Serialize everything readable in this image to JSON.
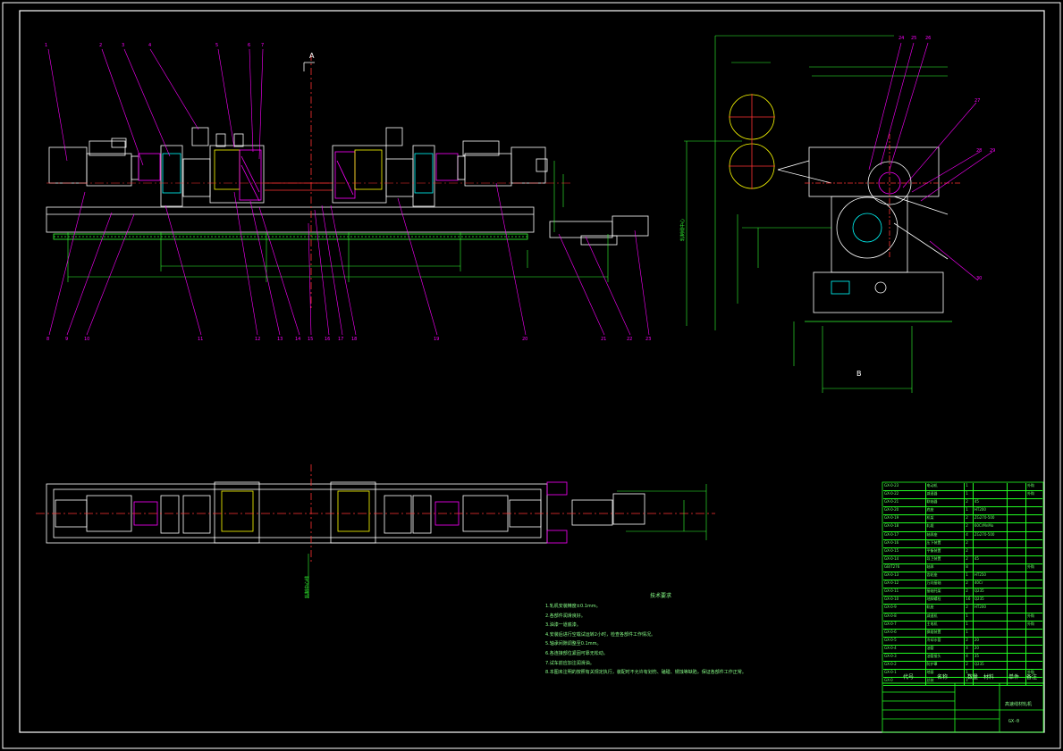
{
  "drawing": {
    "title": "高速线材轧机",
    "code": "GX-0",
    "view_label_a": "A",
    "view_label_b": "B",
    "side_labels": [
      "轧制线中心",
      "轧制中心线"
    ]
  },
  "callouts_top": [
    "1",
    "2",
    "3",
    "4",
    "5",
    "6",
    "7"
  ],
  "callouts_bottom": [
    "8",
    "9",
    "10",
    "11",
    "12",
    "13",
    "14",
    "15",
    "16",
    "17",
    "18",
    "19",
    "20",
    "21",
    "22",
    "23"
  ],
  "callouts_right": [
    "24",
    "25",
    "26",
    "27",
    "28",
    "29",
    "30"
  ],
  "notes": {
    "title": "技术要求",
    "items": [
      "1.轧机安装精度±0.1mm。",
      "2.各部件润滑良好。",
      "3.油漆一道底漆。",
      "4.安装后进行空载试运转2小时，检查各部件工作情况。",
      "5.轴承间隙调整至0.1mm。",
      "6.各连接部位紧固可靠无松动。",
      "7.试车前应加注润滑油。",
      "8.本图未注明的按照有关规定执行，装配时不允许有划伤、磕碰、锈蚀等缺陷，保证各部件工作正常。"
    ]
  },
  "bom": {
    "header": [
      "代号",
      "名称",
      "数量",
      "材料",
      "单件",
      "备注"
    ],
    "rows": [
      [
        "GX-0-23",
        "电动机",
        "1",
        "",
        "",
        "外购"
      ],
      [
        "GX-0-22",
        "减速器",
        "1",
        "",
        "",
        "外购"
      ],
      [
        "GX-0-21",
        "联轴器",
        "2",
        "45",
        "",
        ""
      ],
      [
        "GX-0-20",
        "底座",
        "1",
        "HT200",
        "",
        ""
      ],
      [
        "GX-0-19",
        "机架",
        "2",
        "ZG270-500",
        "",
        ""
      ],
      [
        "GX-0-18",
        "轧辊",
        "2",
        "60CrMnMo",
        "",
        ""
      ],
      [
        "GX-0-17",
        "轴承座",
        "4",
        "ZG270-500",
        "",
        ""
      ],
      [
        "GX-0-16",
        "压下装置",
        "2",
        "",
        "",
        ""
      ],
      [
        "GX-0-15",
        "平衡装置",
        "2",
        "",
        "",
        ""
      ],
      [
        "GX-0-14",
        "导卫装置",
        "2",
        "45",
        "",
        ""
      ],
      [
        "GB/T276",
        "轴承",
        "8",
        "",
        "",
        "外购"
      ],
      [
        "GX-0-13",
        "齿轮座",
        "1",
        "HT250",
        "",
        ""
      ],
      [
        "GX-0-12",
        "万向接轴",
        "2",
        "40Cr",
        "",
        ""
      ],
      [
        "GX-0-11",
        "接轴托架",
        "2",
        "Q235",
        "",
        ""
      ],
      [
        "GX-0-10",
        "地脚螺栓",
        "16",
        "Q235",
        "",
        ""
      ],
      [
        "GX-0-9",
        "轨座",
        "2",
        "HT200",
        "",
        ""
      ],
      [
        "GX-0-8",
        "减速机",
        "1",
        "",
        "",
        "外购"
      ],
      [
        "GX-0-7",
        "主电机",
        "1",
        "",
        "",
        "外购"
      ],
      [
        "GX-0-6",
        "换辊装置",
        "1",
        "",
        "",
        ""
      ],
      [
        "GX-0-5",
        "冷却水管",
        "2",
        "20",
        "",
        ""
      ],
      [
        "GX-0-4",
        "油管",
        "4",
        "20",
        "",
        ""
      ],
      [
        "GX-0-3",
        "油管接头",
        "4",
        "35",
        "",
        ""
      ],
      [
        "GX-0-2",
        "防护罩",
        "2",
        "Q235",
        "",
        ""
      ],
      [
        "GX-0-1",
        "地基",
        "1",
        "",
        "",
        "外购"
      ],
      [
        "GX-0",
        "总装",
        "1",
        "",
        "",
        ""
      ]
    ]
  }
}
